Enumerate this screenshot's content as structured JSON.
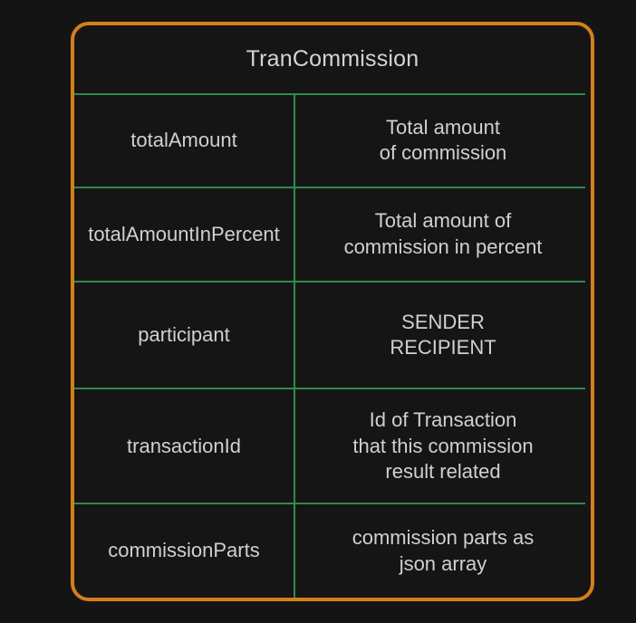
{
  "diagram": {
    "type": "entity-attribute-table",
    "background_color": "#141414",
    "entity_border_color": "#d2801a",
    "divider_color": "#2e8b4f",
    "text_color": "#d0d0d0",
    "title": "TranCommission",
    "attributes": [
      {
        "name": "totalAmount",
        "description": "Total amount\nof commission"
      },
      {
        "name": "totalAmountInPercent",
        "description": "Total amount of\ncommission in percent"
      },
      {
        "name": "participant",
        "description": "SENDER\nRECIPIENT"
      },
      {
        "name": "transactionId",
        "description": "Id of Transaction\nthat this commission\nresult related"
      },
      {
        "name": "commissionParts",
        "description": "commission parts as\njson array"
      }
    ]
  }
}
